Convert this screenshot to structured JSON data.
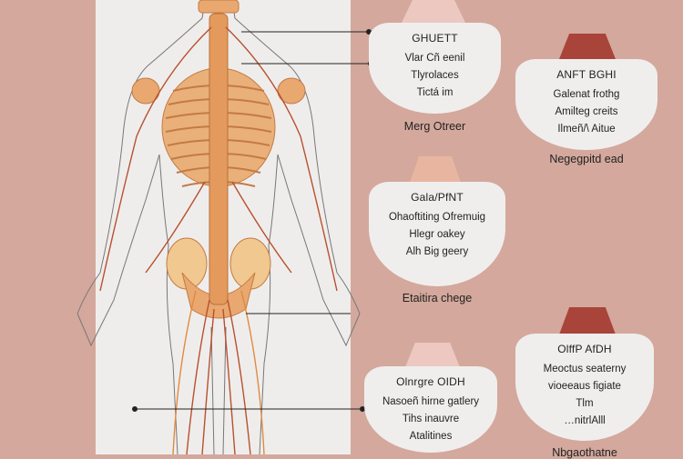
{
  "colors": {
    "background": "#d4a89c",
    "panel": "#efedec",
    "accent_dark": "#a8443a",
    "accent_light": "#ecc8c0",
    "bone": "#e8a870",
    "nerve": "#b8502e"
  },
  "cards": [
    {
      "title": "GHUETT",
      "lines": [
        "Vlar Cñ eenil",
        "Tlyrolaces",
        "Tictá im"
      ],
      "caption": "Merg Otreer"
    },
    {
      "title": "ANFT BGHI",
      "lines": [
        "Galenat frothg",
        "Amilteg creits",
        "Ilmeñ/\\ Aitue"
      ],
      "caption": "Negegpitd ead"
    },
    {
      "title": "Gala/PfNT",
      "lines": [
        "Ohaoftiting Ofremuig",
        "Hlegr oakey",
        "Alh Big geery"
      ],
      "caption": "Etaitira chege"
    },
    {
      "title": "Olnrgre OIDH",
      "lines": [
        "Nasoeñ hirne gatlery",
        "Tihs inauvre",
        "Atalitines"
      ],
      "caption": ""
    },
    {
      "title": "OlffP AfDH",
      "lines": [
        "Meoctus seaterny",
        "vioeeaus figiate",
        "Tlm",
        "…nitrlAlll"
      ],
      "caption": "Nbgaothatne"
    }
  ]
}
